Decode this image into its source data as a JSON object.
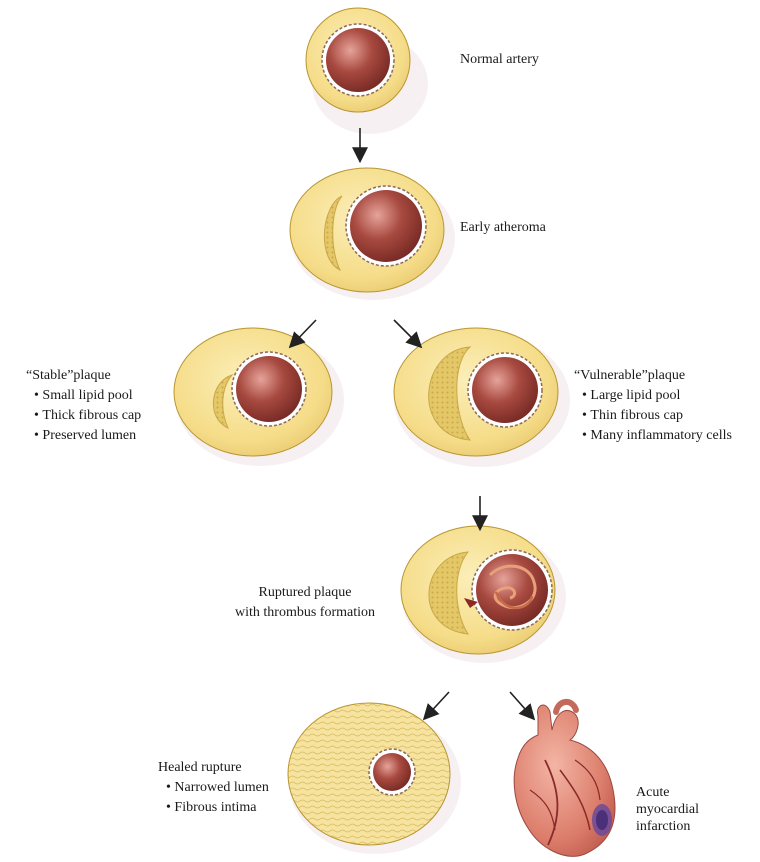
{
  "stages": {
    "normal": {
      "title": "Normal artery"
    },
    "early": {
      "title": "Early atheroma"
    },
    "stable": {
      "title": "“Stable”plaque",
      "bullets": [
        "Small lipid pool",
        "Thick fibrous cap",
        "Preserved lumen"
      ]
    },
    "vulnerable": {
      "title": "“Vulnerable”plaque",
      "bullets": [
        "Large lipid pool",
        "Thin fibrous cap",
        "Many inflammatory cells"
      ]
    },
    "ruptured": {
      "title_line1": "Ruptured plaque",
      "title_line2": "with thrombus formation"
    },
    "healed": {
      "title": "Healed rupture",
      "bullets": [
        "Narrowed lumen",
        "Fibrous intima"
      ]
    },
    "mi": {
      "line1": "Acute",
      "line2": "myocardial",
      "line3": "infarction"
    }
  },
  "colors": {
    "vessel_wall": "#f6e08e",
    "vessel_outline": "#b8962e",
    "lumen": "#9a3a32",
    "lipid_pool": "#e9cd6e",
    "heart": "#d97a6a",
    "infarct": "#6a4a9a"
  }
}
